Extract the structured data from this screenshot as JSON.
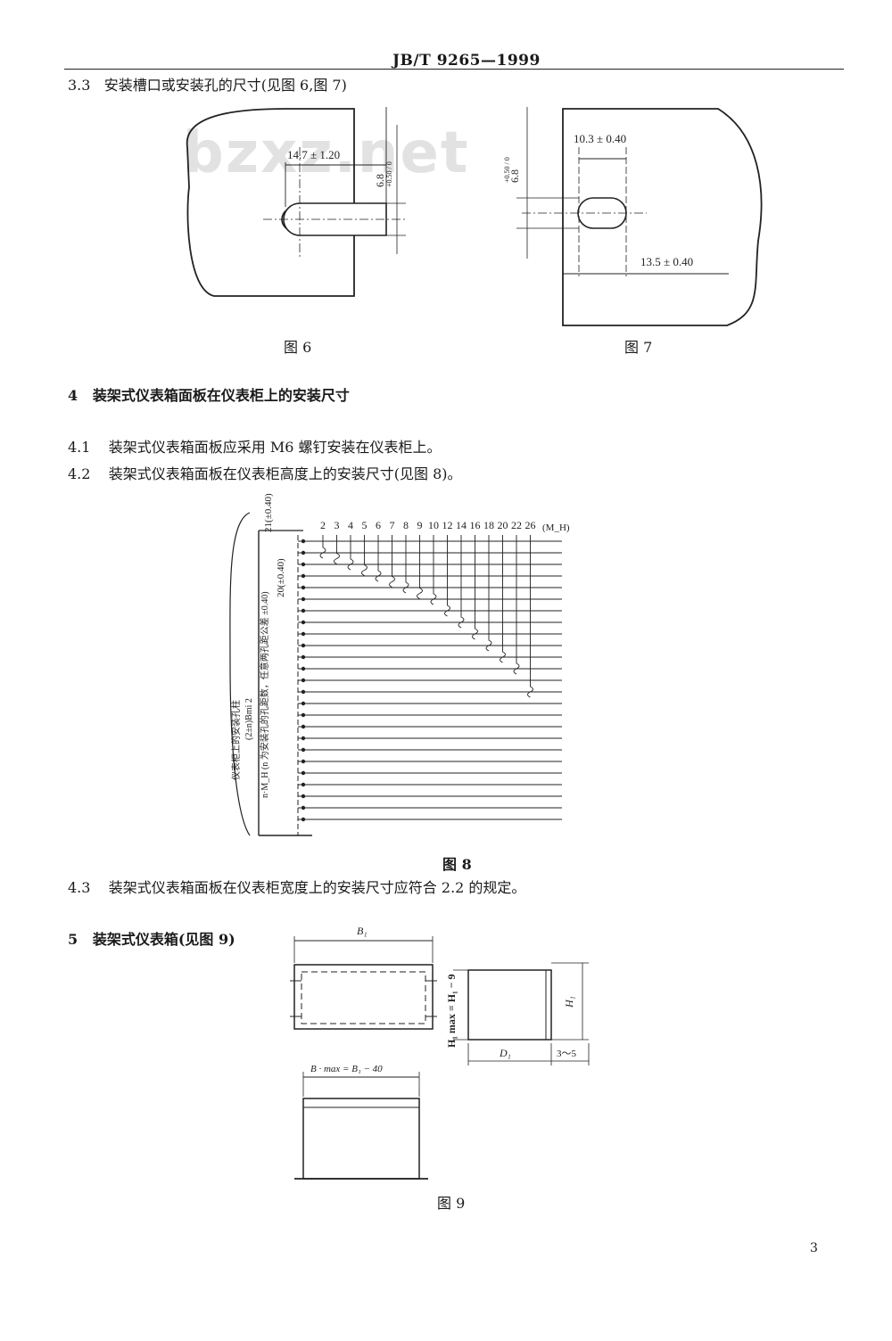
{
  "header": {
    "standard_no": "JB/T 9265—1999"
  },
  "sections": [
    {
      "num": "3.3",
      "text": "安装槽口或安装孔的尺寸(见图 6,图 7)"
    },
    {
      "num": "4",
      "text": "装架式仪表箱面板在仪表柜上的安装尺寸"
    },
    {
      "num": "4.1",
      "text": "装架式仪表箱面板应采用 M6 螺钉安装在仪表柜上。"
    },
    {
      "num": "4.2",
      "text": "装架式仪表箱面板在仪表柜高度上的安装尺寸(见图 8)。"
    },
    {
      "num": "4.3",
      "text": "装架式仪表箱面板在仪表柜宽度上的安装尺寸应符合 2.2 的规定。"
    },
    {
      "num": "5",
      "text": "装架式仪表箱(见图 9)"
    }
  ],
  "fig6": {
    "caption": "图 6",
    "dim_width": "14.7 ± 1.20",
    "dim_height": "6.8",
    "dim_tol": "+0.50 / 0"
  },
  "fig7": {
    "caption": "图 7",
    "dim_top": "10.3 ± 0.40",
    "dim_bottom": "13.5 ± 0.40",
    "dim_height": "6.8",
    "dim_tol": "+0.50 / 0"
  },
  "fig8": {
    "caption": "图 8",
    "columns": [
      "2",
      "3",
      "4",
      "5",
      "6",
      "7",
      "8",
      "9",
      "10",
      "12",
      "14",
      "16",
      "18",
      "20",
      "22",
      "26"
    ],
    "unit": "(M_H)",
    "dim_top": "21(±0.40)",
    "dim_pitch": "20(±0.40)",
    "side_label_1": "仪表柜上的安装孔柱",
    "side_label_2": "(2±n)Bmi 2",
    "side_label_3": "n·M_H (n 为安装孔的孔距数，任意两孔距公差 ±0.40)"
  },
  "fig9": {
    "caption": "图 9",
    "label_b1": "B₁",
    "label_h": "H₁ max = H₁ − 9",
    "label_h1": "H₁",
    "label_d1": "D₁",
    "label_depth": "3～5",
    "label_b": "B · max = B₁ − 40"
  },
  "watermark": "bzxz.net",
  "page_number": "3"
}
